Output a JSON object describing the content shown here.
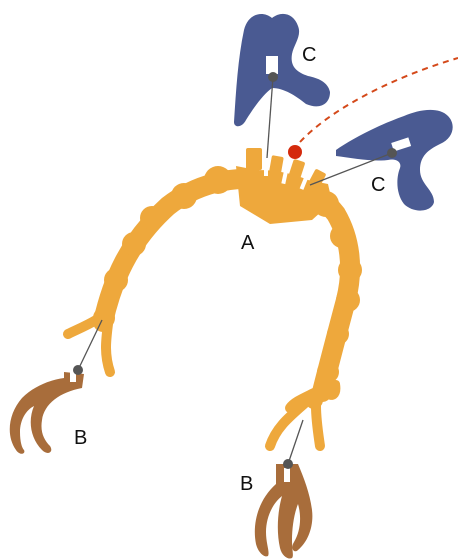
{
  "labels": {
    "body": "A",
    "gripper": "B",
    "attachment": "C"
  },
  "colors": {
    "body": "#EEA83C",
    "gripper": "#A86D3B",
    "attachment": "#4A5A92",
    "connector": "#555555",
    "marker": "#D42A0C",
    "trajectory": "#D4491A"
  }
}
